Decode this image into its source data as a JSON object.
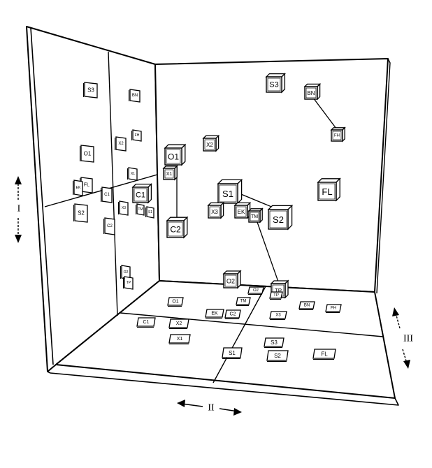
{
  "axes": {
    "axis_i": "I",
    "axis_ii": "II",
    "axis_iii": "III"
  },
  "cubes": [
    {
      "id": "s3-main",
      "label": "S3"
    },
    {
      "id": "bn-main",
      "label": "BN"
    },
    {
      "id": "fh-main",
      "label": "FH"
    },
    {
      "id": "x2-main",
      "label": "X2"
    },
    {
      "id": "o1-main",
      "label": "O1"
    },
    {
      "id": "x1-main",
      "label": "X1"
    },
    {
      "id": "s1-main",
      "label": "S1"
    },
    {
      "id": "fl-main",
      "label": "FL"
    },
    {
      "id": "x3-main",
      "label": "X3"
    },
    {
      "id": "ek-main",
      "label": "EK"
    },
    {
      "id": "tm-main",
      "label": "TM"
    },
    {
      "id": "s2-main",
      "label": "S2"
    },
    {
      "id": "c2-main",
      "label": "C2"
    },
    {
      "id": "c1-main",
      "label": "C1"
    },
    {
      "id": "o2-main",
      "label": "O2"
    },
    {
      "id": "tp-main",
      "label": "TP"
    }
  ],
  "left_wall_labels": [
    {
      "id": "lw-s3",
      "label": "S3"
    },
    {
      "id": "lw-bn",
      "label": "BN"
    },
    {
      "id": "lw-o1",
      "label": "O1"
    },
    {
      "id": "lw-x2",
      "label": "X2"
    },
    {
      "id": "lw-fh",
      "label": "FH"
    },
    {
      "id": "lw-x1",
      "label": "X1"
    },
    {
      "id": "lw-fl",
      "label": "FL"
    },
    {
      "id": "lw-ek",
      "label": "EK"
    },
    {
      "id": "lw-s2",
      "label": "S2"
    },
    {
      "id": "lw-c1",
      "label": "C1"
    },
    {
      "id": "lw-x3",
      "label": "X3"
    },
    {
      "id": "lw-tm",
      "label": "TM"
    },
    {
      "id": "lw-s1",
      "label": "S1"
    },
    {
      "id": "lw-c2",
      "label": "C2"
    },
    {
      "id": "lw-o2",
      "label": "O2"
    },
    {
      "id": "lw-tp",
      "label": "TP"
    }
  ],
  "floor_labels": [
    {
      "id": "fl-o1",
      "label": "O1"
    },
    {
      "id": "fl-tm",
      "label": "TM"
    },
    {
      "id": "fl-ek",
      "label": "EK"
    },
    {
      "id": "fl-c2",
      "label": "C2"
    },
    {
      "id": "fl-bn",
      "label": "BN"
    },
    {
      "id": "fl-x3",
      "label": "X3"
    },
    {
      "id": "fl-fh",
      "label": "FH"
    },
    {
      "id": "fl-c1",
      "label": "C1"
    },
    {
      "id": "fl-x2",
      "label": "X2"
    },
    {
      "id": "fl-x1",
      "label": "X1"
    },
    {
      "id": "fl-s1",
      "label": "S1"
    },
    {
      "id": "fl-s3",
      "label": "S3"
    },
    {
      "id": "fl-s2",
      "label": "S2"
    },
    {
      "id": "fl-fl",
      "label": "FL"
    },
    {
      "id": "fl-o2",
      "label": "O2"
    },
    {
      "id": "fl-tp",
      "label": "TP"
    }
  ],
  "connections": [
    {
      "from": "BN",
      "to": "FH"
    },
    {
      "from": "O1",
      "to": "C2"
    },
    {
      "from": "S1",
      "to": "S2"
    },
    {
      "from": "TM",
      "to": "TP"
    }
  ]
}
